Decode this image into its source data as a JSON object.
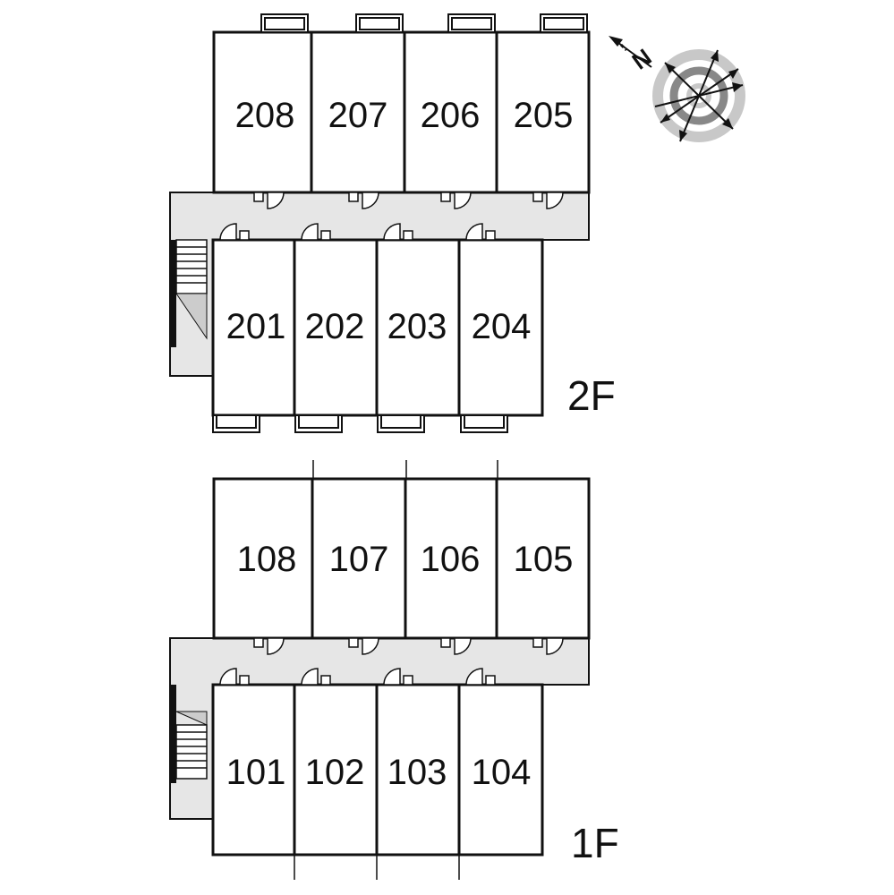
{
  "compass": {
    "north_label": "N"
  },
  "floors": [
    {
      "label": "2F",
      "back_rooms": [
        "208",
        "207",
        "206",
        "205"
      ],
      "front_rooms": [
        "201",
        "202",
        "203",
        "204"
      ]
    },
    {
      "label": "1F",
      "back_rooms": [
        "108",
        "107",
        "106",
        "105"
      ],
      "front_rooms": [
        "101",
        "102",
        "103",
        "104"
      ]
    }
  ],
  "colors": {
    "wall": "#111111",
    "corridor": "#e6e6e6",
    "stair": "#cccccc",
    "compass_ring_outer": "#c8c8c8",
    "compass_ring_inner": "#888888"
  }
}
